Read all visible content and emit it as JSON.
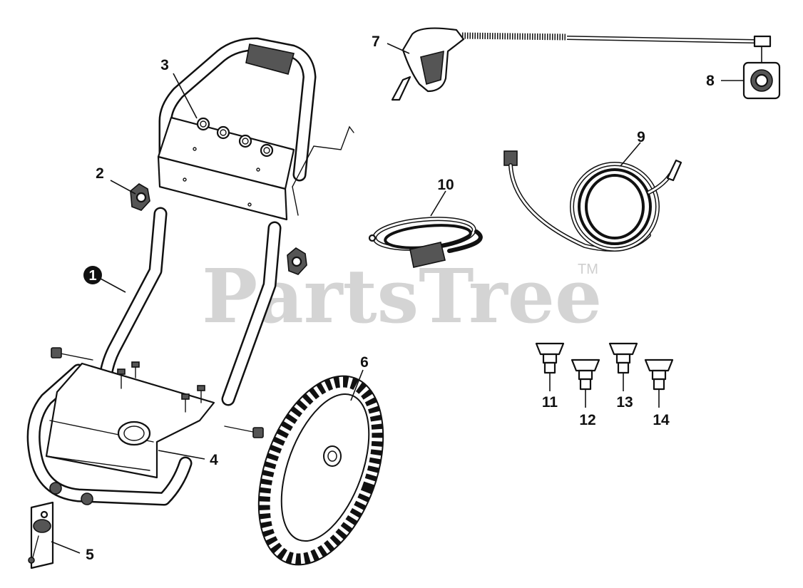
{
  "watermark": {
    "text": "PartsTree",
    "trademark": "TM"
  },
  "callouts": [
    {
      "id": "callout-1",
      "label": "1",
      "style": "inverted"
    },
    {
      "id": "callout-2",
      "label": "2"
    },
    {
      "id": "callout-3",
      "label": "3"
    },
    {
      "id": "callout-4",
      "label": "4"
    },
    {
      "id": "callout-5",
      "label": "5"
    },
    {
      "id": "callout-6",
      "label": "6"
    },
    {
      "id": "callout-7",
      "label": "7"
    },
    {
      "id": "callout-8",
      "label": "8"
    },
    {
      "id": "callout-9",
      "label": "9"
    },
    {
      "id": "callout-10",
      "label": "10"
    },
    {
      "id": "callout-11",
      "label": "11"
    },
    {
      "id": "callout-12",
      "label": "12"
    },
    {
      "id": "callout-13",
      "label": "13"
    },
    {
      "id": "callout-14",
      "label": "14"
    }
  ]
}
